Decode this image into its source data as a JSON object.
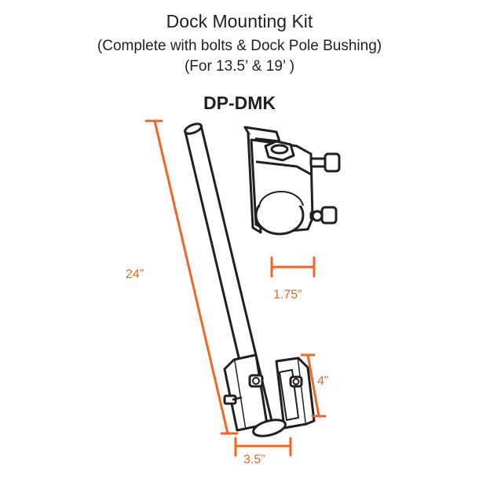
{
  "header": {
    "title": "Dock Mounting Kit",
    "subtitle": "(Complete with bolts & Dock Pole Bushing)",
    "sizes": "(For 13.5’ & 19’ )",
    "model": "DP-DMK"
  },
  "dimensions": {
    "pole_length": "24”",
    "bushing_width": "1.75”",
    "clamp_height": "4”",
    "clamp_width": "3.5”"
  },
  "colors": {
    "dimension": "#f26522",
    "outline": "#231f20",
    "fill": "#ffffff"
  }
}
